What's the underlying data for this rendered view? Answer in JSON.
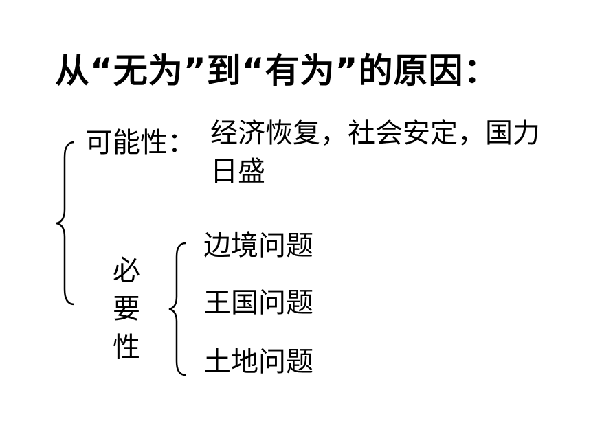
{
  "slide": {
    "title": "从“无为”到“有为”的原因：",
    "possibility": {
      "label": "可能性：",
      "text": "经济恢复，社会安定，国力日盛"
    },
    "necessity": {
      "label": "必要性",
      "items": [
        "边境问题",
        "王国问题",
        "土地问题"
      ]
    }
  }
}
